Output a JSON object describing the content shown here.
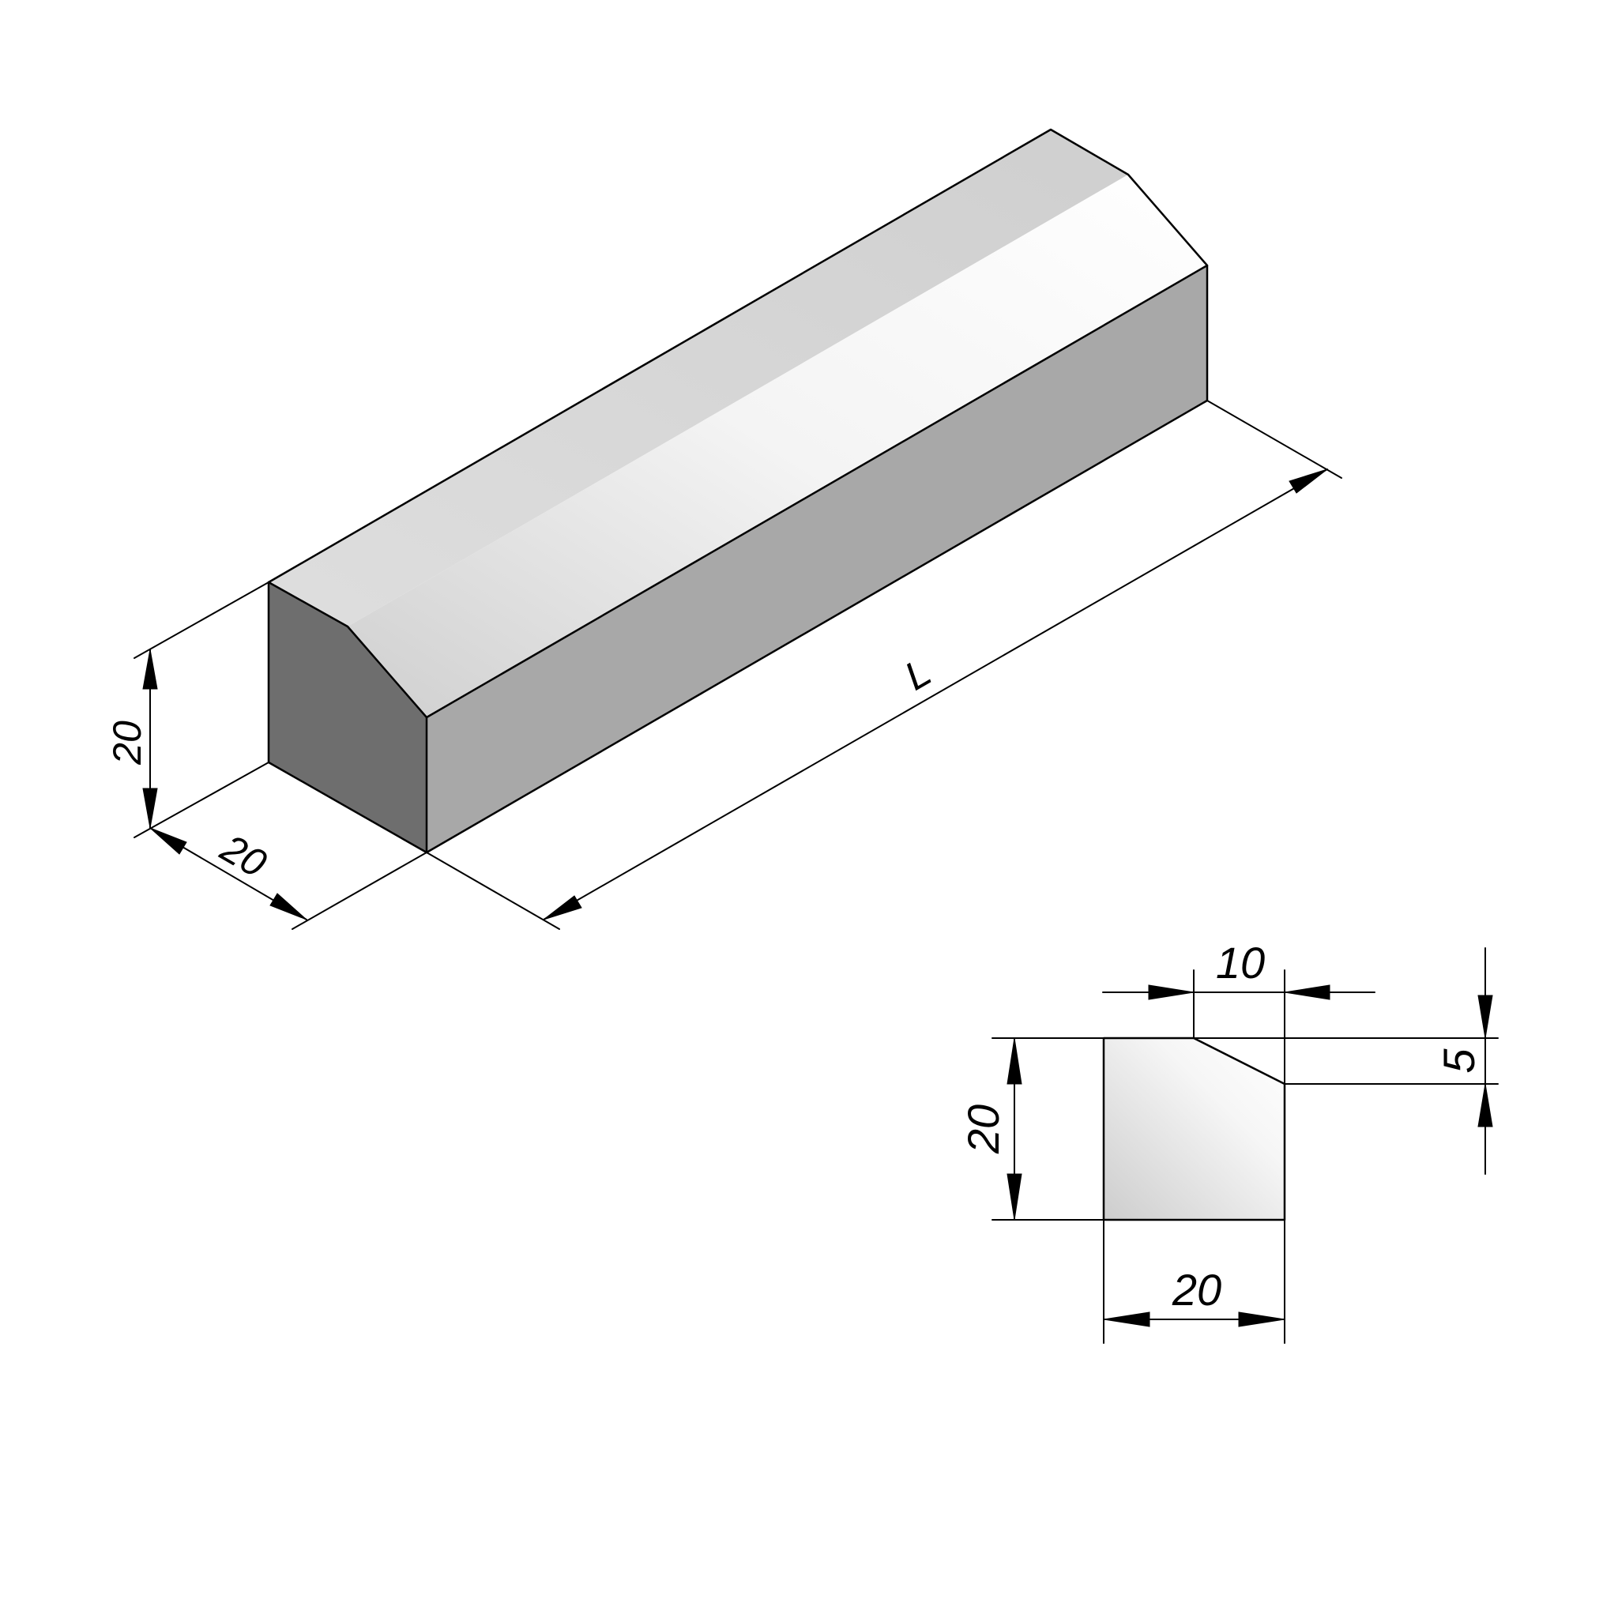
{
  "iso_view": {
    "height_label": "20",
    "width_label": "20",
    "length_label": "L"
  },
  "section_view": {
    "chamfer_width_label": "10",
    "chamfer_height_label": "5",
    "height_label": "20",
    "width_label": "20"
  },
  "colors": {
    "end_face": "#6e6e6e",
    "side_face": "#a8a8a8",
    "top_face": "#d4d4d4",
    "chamfer_face_light": "#ffffff",
    "section_fill_light": "#ffffff",
    "section_fill_dark": "#cfcfcf"
  }
}
